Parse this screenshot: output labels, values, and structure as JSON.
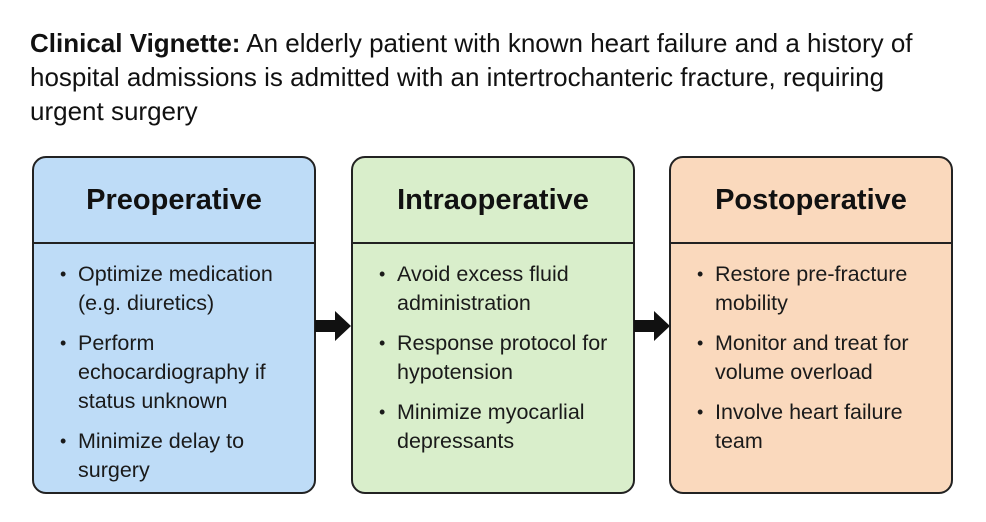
{
  "vignette": {
    "label": "Clinical Vignette:",
    "text": " An elderly patient with known heart failure and a history of hospital admissions is admitted with an intertrochanteric fracture, requiring urgent surgery"
  },
  "colors": {
    "preoperative": "#bedcf7",
    "intraoperative": "#d9eecb",
    "postoperative": "#fad9bd",
    "border": "#222222",
    "arrow": "#111111"
  },
  "stages": [
    {
      "title": "Preoperative",
      "items": [
        "Optimize medication (e.g. diuretics)",
        "Perform echocardiography if status unknown",
        "Minimize delay to surgery"
      ]
    },
    {
      "title": "Intraoperative",
      "items": [
        "Avoid excess fluid administration",
        "Response protocol for hypotension",
        "Minimize myocarlial depressants"
      ]
    },
    {
      "title": "Postoperative",
      "items": [
        "Restore pre-fracture mobility",
        "Monitor and treat for volume overload",
        "Involve heart failure team"
      ]
    }
  ],
  "arrows": [
    "arrow-right-icon",
    "arrow-right-icon"
  ]
}
